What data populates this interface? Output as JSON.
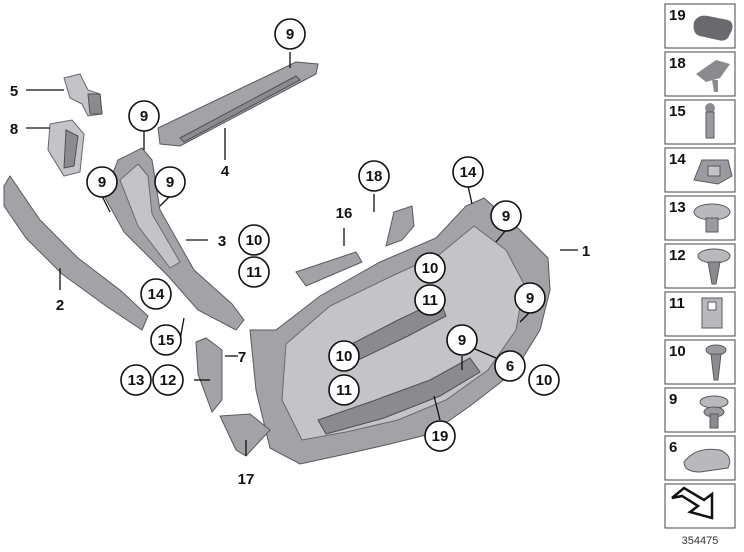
{
  "diagram_id": "354475",
  "callouts": {
    "c1": "1",
    "c2": "2",
    "c3": "3",
    "c4": "4",
    "c5": "5",
    "c6": "6",
    "c7": "7",
    "c8": "8",
    "c9a": "9",
    "c9b": "9",
    "c9c": "9",
    "c9d": "9",
    "c9e": "9",
    "c9f": "9",
    "c9g": "9",
    "c10a": "10",
    "c10b": "10",
    "c10c": "10",
    "c10d": "10",
    "c11a": "11",
    "c11b": "11",
    "c11c": "11",
    "c12": "12",
    "c13": "13",
    "c14a": "14",
    "c14b": "14",
    "c15": "15",
    "c16": "16",
    "c17": "17",
    "c18": "18",
    "c19": "19"
  },
  "legend": [
    "19",
    "18",
    "15",
    "14",
    "13",
    "12",
    "11",
    "10",
    "9",
    "6"
  ]
}
